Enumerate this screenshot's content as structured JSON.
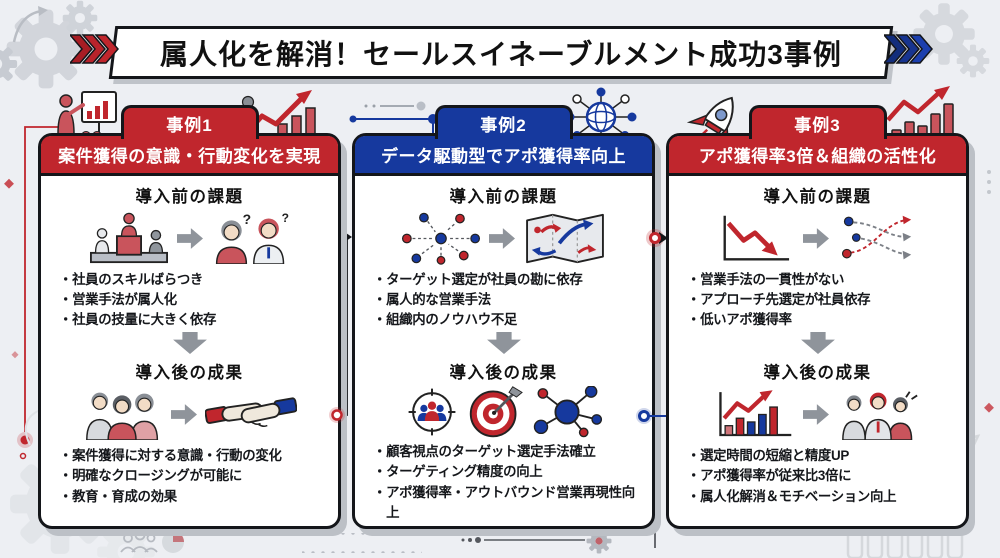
{
  "title": "属人化を解消！セールスイネーブルメント成功3事例",
  "ui": {
    "bullet": "・",
    "qmark": "?"
  },
  "colors": {
    "red": "#c0262d",
    "blue": "#16399e",
    "background": "#edeff3",
    "card_shadow": "#bcc0c6",
    "arrow_gray": "#8f949b",
    "text": "#111111"
  },
  "decorative_icons": [
    "gear-icon",
    "chevrons-right-icon",
    "circuit-line",
    "dot-grid",
    "pie-chart-icon",
    "mini-team-icon",
    "bar-chart-outline-icon"
  ],
  "cards": [
    {
      "tab": "事例1",
      "headline": "案件獲得の意識・行動変化を実現",
      "theme": "red",
      "icons": {
        "top_left": "presenter-chart-icon",
        "top_right": "growth-person-icon",
        "before": [
          "podium-ranking-icon",
          "arrow-right-icon",
          "confused-employees-icon"
        ],
        "after": [
          "team-icon",
          "arrow-right-icon",
          "handshake-icon"
        ]
      },
      "before": {
        "heading": "導入前の課題",
        "bullets": [
          "社員のスキルばらつき",
          "営業手法が属人化",
          "社員の技量に大きく依存"
        ]
      },
      "after": {
        "heading": "導入後の成果",
        "bullets": [
          "案件獲得に対する意識・行動の変化",
          "明確なクロージングが可能に",
          "教育・育成の効果"
        ]
      }
    },
    {
      "tab": "事例2",
      "headline": "データ駆動型でアポ獲得率向上",
      "theme": "blue",
      "icons": {
        "top_right": "network-globe-icon",
        "before": [
          "scatter-hub-icon",
          "arrow-right-icon",
          "map-routes-icon"
        ],
        "after": [
          "crosshair-team-icon",
          "target-dart-icon",
          "network-nodes-icon"
        ]
      },
      "before": {
        "heading": "導入前の課題",
        "bullets": [
          "ターゲット選定が社員の勘に依存",
          "属人的な営業手法",
          "組織内のノウハウ不足"
        ]
      },
      "after": {
        "heading": "導入後の成果",
        "bullets": [
          "顧客視点のターゲット選定手法確立",
          "ターゲティング精度の向上",
          "アポ獲得率・アウトバウンド営業再現性向上"
        ]
      }
    },
    {
      "tab": "事例3",
      "headline": "アポ獲得率3倍＆組織の活性化",
      "theme": "red",
      "icons": {
        "top_left": "rocket-icon",
        "top_right": "growth-bars-icon",
        "before": [
          "decline-chart-icon",
          "arrow-right-icon",
          "diverging-paths-icon"
        ],
        "after": [
          "growth-chart-icon",
          "arrow-right-icon",
          "happy-team-icon"
        ]
      },
      "before": {
        "heading": "導入前の課題",
        "bullets": [
          "営業手法の一貫性がない",
          "アプローチ先選定が社員依存",
          "低いアポ獲得率"
        ]
      },
      "after": {
        "heading": "導入後の成果",
        "bullets": [
          "選定時間の短縮と精度UP",
          "アポ獲得率が従来比3倍に",
          "属人化解消＆モチベーション向上"
        ]
      }
    }
  ]
}
